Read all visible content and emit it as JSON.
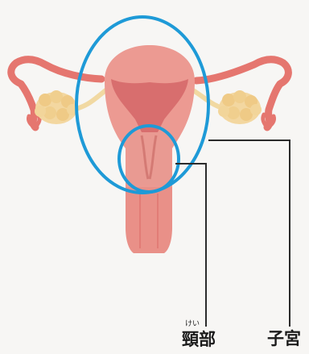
{
  "labels": {
    "uterus": "子宮",
    "cervix": "頸部",
    "cervix_reading": "けい"
  },
  "colors": {
    "background": "#f7f6f4",
    "highlight_outline": "#1e9ad7",
    "leader_line": "#2b2b2b",
    "uterus_tissue": "#e99088",
    "uterus_inner": "#d86e6e",
    "ovary": "#f3d7a0",
    "fallopian_tube": "#e5766f",
    "ligament": "#f1d9a2"
  },
  "icons": {
    "illustration": "uterus-anatomy-illustration"
  }
}
